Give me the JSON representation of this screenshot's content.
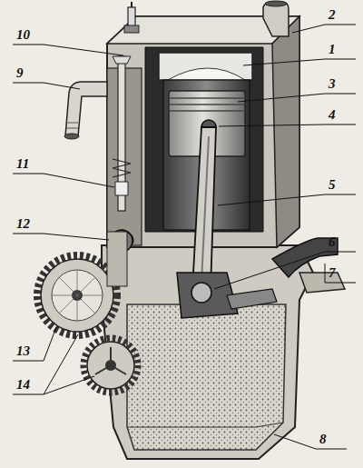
{
  "diagram": {
    "labels": [
      "10",
      "2",
      "9",
      "1",
      "3",
      "4",
      "11",
      "5",
      "12",
      "6",
      "7",
      "13",
      "14",
      "8"
    ]
  }
}
